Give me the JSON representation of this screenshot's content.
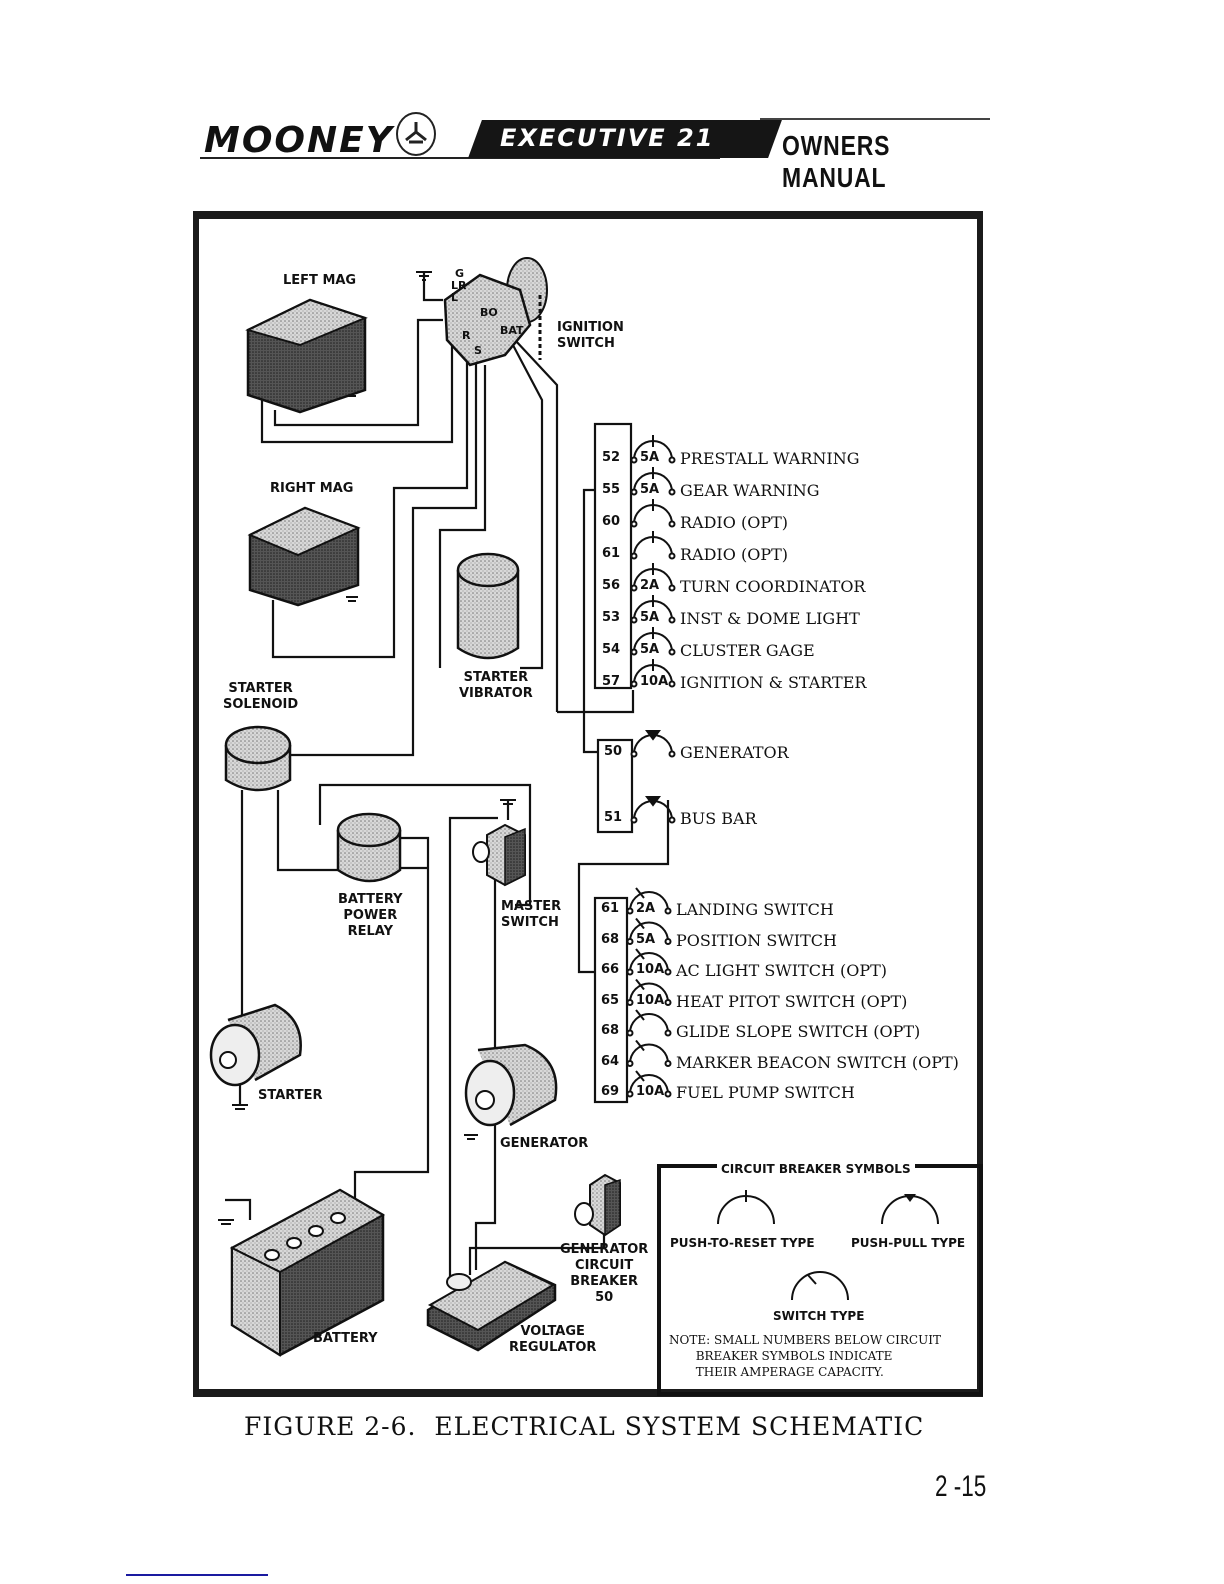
{
  "header": {
    "brand": "MOONEY",
    "model": "EXECUTIVE 21",
    "manual": "OWNERS MANUAL",
    "emblem_icon": "mooney-emblem-icon"
  },
  "components": {
    "left_mag": "LEFT MAG",
    "right_mag": "RIGHT MAG",
    "ignition_switch": [
      "IGNITION",
      "SWITCH"
    ],
    "ignition_terminals": [
      "G",
      "LR",
      "L",
      "R",
      "S",
      "BO",
      "BAT"
    ],
    "starter_vibrator": [
      "STARTER",
      "VIBRATOR"
    ],
    "starter_solenoid": [
      "STARTER",
      "SOLENOID"
    ],
    "battery_power_relay": [
      "BATTERY",
      "POWER",
      "RELAY"
    ],
    "master_switch": [
      "MASTER",
      "SWITCH"
    ],
    "starter": "STARTER",
    "generator": "GENERATOR",
    "battery": "BATTERY",
    "generator_circuit_breaker": [
      "GENERATOR",
      "CIRCUIT",
      "BREAKER",
      "50"
    ],
    "voltage_regulator": [
      "VOLTAGE",
      "REGULATOR"
    ]
  },
  "breaker_group_1": [
    {
      "number": "52",
      "amps": "5A",
      "type": "push-to-reset",
      "name": "PRESTALL WARNING"
    },
    {
      "number": "55",
      "amps": "5A",
      "type": "push-to-reset",
      "name": "GEAR WARNING"
    },
    {
      "number": "60",
      "amps": "",
      "type": "push-to-reset",
      "name": "RADIO (OPT)"
    },
    {
      "number": "61",
      "amps": "",
      "type": "push-to-reset",
      "name": "RADIO (OPT)"
    },
    {
      "number": "56",
      "amps": "2A",
      "type": "push-to-reset",
      "name": "TURN COORDINATOR"
    },
    {
      "number": "53",
      "amps": "5A",
      "type": "push-to-reset",
      "name": "INST & DOME LIGHT"
    },
    {
      "number": "54",
      "amps": "5A",
      "type": "push-to-reset",
      "name": "CLUSTER GAGE"
    },
    {
      "number": "57",
      "amps": "10A",
      "type": "push-to-reset",
      "name": "IGNITION & STARTER"
    }
  ],
  "breaker_group_2": [
    {
      "number": "50",
      "amps": "",
      "type": "push-pull",
      "name": "GENERATOR"
    },
    {
      "number": "51",
      "amps": "",
      "type": "push-pull",
      "name": "BUS BAR"
    }
  ],
  "breaker_group_3": [
    {
      "number": "61",
      "amps": "2A",
      "type": "switch",
      "name": "LANDING SWITCH"
    },
    {
      "number": "68",
      "amps": "5A",
      "type": "switch",
      "name": "POSITION SWITCH"
    },
    {
      "number": "66",
      "amps": "10A",
      "type": "switch",
      "name": "AC LIGHT SWITCH (OPT)"
    },
    {
      "number": "65",
      "amps": "10A",
      "type": "switch",
      "name": "HEAT PITOT SWITCH (OPT)"
    },
    {
      "number": "68",
      "amps": "",
      "type": "switch",
      "name": "GLIDE SLOPE SWITCH (OPT)"
    },
    {
      "number": "64",
      "amps": "",
      "type": "switch",
      "name": "MARKER BEACON SWITCH (OPT)"
    },
    {
      "number": "69",
      "amps": "10A",
      "type": "switch",
      "name": "FUEL PUMP SWITCH"
    }
  ],
  "legend": {
    "title": "CIRCUIT BREAKER SYMBOLS",
    "push_to_reset": "PUSH-TO-RESET TYPE",
    "push_pull": "PUSH-PULL TYPE",
    "switch": "SWITCH TYPE",
    "note": "NOTE: SMALL NUMBERS BELOW CIRCUIT\n       BREAKER SYMBOLS INDICATE\n       THEIR AMPERAGE CAPACITY."
  },
  "caption": "FIGURE 2-6.  ELECTRICAL SYSTEM SCHEMATIC",
  "page_number": "2 -15"
}
